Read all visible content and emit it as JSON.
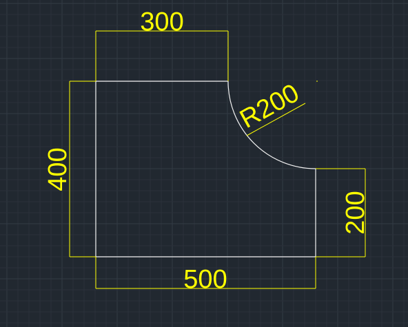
{
  "colors": {
    "background": "#212830",
    "grid_minor": "#2a313a",
    "grid_major": "#333b45",
    "geometry": "#f2f2f2",
    "dimension": "#ffff00"
  },
  "dimensions": {
    "top_width": "300",
    "left_height": "400",
    "bottom_width": "500",
    "right_height": "200",
    "arc_radius": "R200"
  }
}
